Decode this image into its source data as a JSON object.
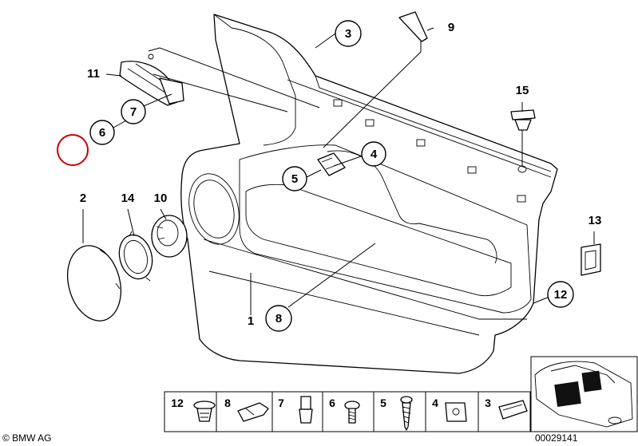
{
  "callouts": [
    {
      "id": "1",
      "label": "1"
    },
    {
      "id": "2",
      "label": "2"
    },
    {
      "id": "3",
      "label": "3"
    },
    {
      "id": "4",
      "label": "4"
    },
    {
      "id": "5",
      "label": "5"
    },
    {
      "id": "6",
      "label": "6"
    },
    {
      "id": "7",
      "label": "7"
    },
    {
      "id": "8",
      "label": "8"
    },
    {
      "id": "9",
      "label": "9"
    },
    {
      "id": "10",
      "label": "10"
    },
    {
      "id": "11",
      "label": "11"
    },
    {
      "id": "12",
      "label": "12"
    },
    {
      "id": "13",
      "label": "13"
    },
    {
      "id": "14",
      "label": "14"
    },
    {
      "id": "15",
      "label": "15"
    }
  ],
  "legend": {
    "items": [
      "12",
      "8",
      "7",
      "6",
      "5",
      "4",
      "3"
    ]
  },
  "footer": {
    "copyright": "© BMW AG",
    "drawing_number": "00029141"
  },
  "colors": {
    "lines": "#000000",
    "highlight_circle": "#cc0000",
    "hatch": "#111111"
  }
}
